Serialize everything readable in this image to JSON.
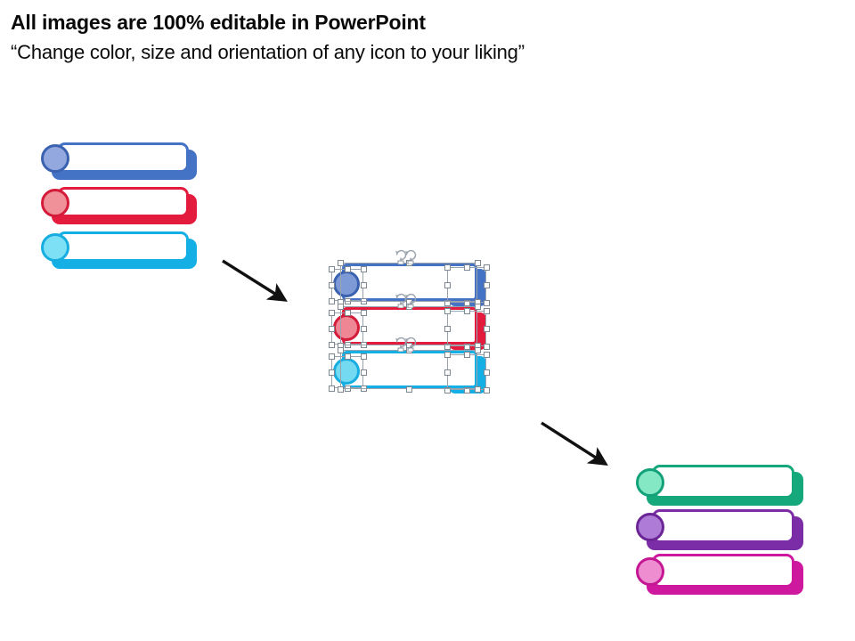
{
  "slide": {
    "headline": "All images are 100% editable in PowerPoint",
    "subheadline": "“Change color, size and orientation of any icon to your liking”",
    "background_color": "#FFFFFF"
  },
  "groups": {
    "source": {
      "name": "original-bars-group",
      "label": "Original icon bars (top left)",
      "bars": [
        {
          "id": "bar-blue",
          "color_name": "blue",
          "accent": "#4472C4",
          "dot_fill": "#93A8DE",
          "dot_ring": "#3A62B0"
        },
        {
          "id": "bar-crimson",
          "color_name": "crimson",
          "accent": "#E31C3D",
          "dot_fill": "#F09098",
          "dot_ring": "#D41B3A"
        },
        {
          "id": "bar-lightblue",
          "color_name": "light blue",
          "accent": "#14AFE4",
          "dot_fill": "#7DE0F5",
          "dot_ring": "#17ADE0"
        }
      ]
    },
    "selected": {
      "name": "selected-bars-group",
      "label": "Bars selected in PowerPoint with resize handles",
      "state": "selected",
      "handle_fill": "#FFFFFF",
      "handle_border": "#7D8893",
      "outline_color": "#9AA3AD",
      "rotation_handle_icon": "rotate-handle-icon",
      "bars": [
        {
          "id": "sel-bar-blue",
          "color_name": "blue",
          "accent": "#4472C4",
          "dot_fill": "#7E9AD6",
          "dot_ring": "#3A62B0"
        },
        {
          "id": "sel-bar-crimson",
          "color_name": "crimson",
          "accent": "#E31C3D",
          "dot_fill": "#EE8793",
          "dot_ring": "#D41B3A"
        },
        {
          "id": "sel-bar-lightblue",
          "color_name": "light blue",
          "accent": "#14AFE4",
          "dot_fill": "#74DAF2",
          "dot_ring": "#17ADE0"
        }
      ]
    },
    "recolored": {
      "name": "recolored-bars-group",
      "label": "Recolored icon bars (bottom right)",
      "bars": [
        {
          "id": "bar-green",
          "color_name": "green",
          "accent": "#15A87B",
          "dot_fill": "#84E8C4",
          "dot_ring": "#12A178"
        },
        {
          "id": "bar-purple",
          "color_name": "purple",
          "accent": "#7A2DA6",
          "dot_fill": "#AE7BD6",
          "dot_ring": "#6B2596"
        },
        {
          "id": "bar-magenta",
          "color_name": "magenta",
          "accent": "#CE199F",
          "dot_fill": "#EE8ED0",
          "dot_ring": "#C41794"
        }
      ]
    }
  },
  "arrows": [
    {
      "id": "arrow-1",
      "name": "flow-arrow-top",
      "color": "#111111",
      "direction": "down-right"
    },
    {
      "id": "arrow-2",
      "name": "flow-arrow-bottom",
      "color": "#111111",
      "direction": "down-right"
    }
  ]
}
